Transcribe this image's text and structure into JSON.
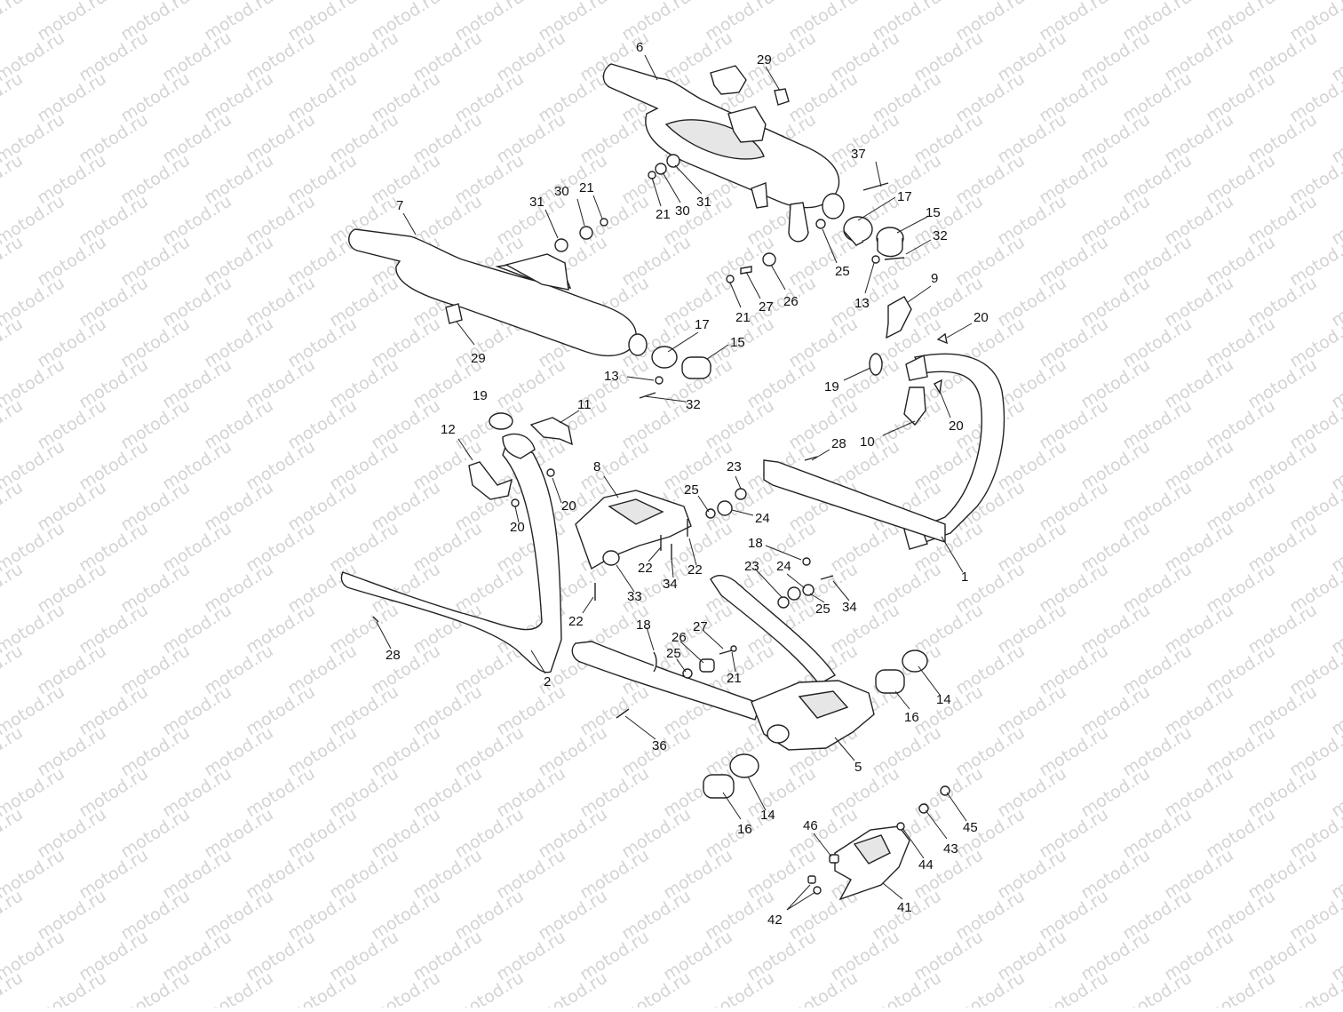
{
  "watermark": "motod.ru",
  "callouts": [
    {
      "id": "c6",
      "text": "6"
    },
    {
      "id": "c29a",
      "text": "29"
    },
    {
      "id": "c37",
      "text": "37"
    },
    {
      "id": "c17a",
      "text": "17"
    },
    {
      "id": "c15a",
      "text": "15"
    },
    {
      "id": "c32a",
      "text": "32"
    },
    {
      "id": "c25a",
      "text": "25"
    },
    {
      "id": "c13a",
      "text": "13"
    },
    {
      "id": "c9",
      "text": "9"
    },
    {
      "id": "c20a",
      "text": "20"
    },
    {
      "id": "c19a",
      "text": "19"
    },
    {
      "id": "c20b",
      "text": "20"
    },
    {
      "id": "c10",
      "text": "10"
    },
    {
      "id": "c28a",
      "text": "28"
    },
    {
      "id": "c21a",
      "text": "21"
    },
    {
      "id": "c30a",
      "text": "30"
    },
    {
      "id": "c31a",
      "text": "31"
    },
    {
      "id": "c7",
      "text": "7"
    },
    {
      "id": "c31b",
      "text": "31"
    },
    {
      "id": "c30b",
      "text": "30"
    },
    {
      "id": "c21b",
      "text": "21"
    },
    {
      "id": "c21c",
      "text": "21"
    },
    {
      "id": "c27a",
      "text": "27"
    },
    {
      "id": "c26a",
      "text": "26"
    },
    {
      "id": "c29b",
      "text": "29"
    },
    {
      "id": "c17b",
      "text": "17"
    },
    {
      "id": "c15b",
      "text": "15"
    },
    {
      "id": "c13b",
      "text": "13"
    },
    {
      "id": "c32b",
      "text": "32"
    },
    {
      "id": "c19b",
      "text": "19"
    },
    {
      "id": "c11",
      "text": "11"
    },
    {
      "id": "c12",
      "text": "12"
    },
    {
      "id": "c20c",
      "text": "20"
    },
    {
      "id": "c20d",
      "text": "20"
    },
    {
      "id": "c8",
      "text": "8"
    },
    {
      "id": "c23a",
      "text": "23"
    },
    {
      "id": "c25b",
      "text": "25"
    },
    {
      "id": "c24a",
      "text": "24"
    },
    {
      "id": "c22a",
      "text": "22"
    },
    {
      "id": "c34a",
      "text": "34"
    },
    {
      "id": "c22b",
      "text": "22"
    },
    {
      "id": "c33",
      "text": "33"
    },
    {
      "id": "c22c",
      "text": "22"
    },
    {
      "id": "c18a",
      "text": "18"
    },
    {
      "id": "c23b",
      "text": "23"
    },
    {
      "id": "c24b",
      "text": "24"
    },
    {
      "id": "c25c",
      "text": "25"
    },
    {
      "id": "c34b",
      "text": "34"
    },
    {
      "id": "c1",
      "text": "1"
    },
    {
      "id": "c28b",
      "text": "28"
    },
    {
      "id": "c2",
      "text": "2"
    },
    {
      "id": "c18b",
      "text": "18"
    },
    {
      "id": "c27b",
      "text": "27"
    },
    {
      "id": "c26b",
      "text": "26"
    },
    {
      "id": "c25d",
      "text": "25"
    },
    {
      "id": "c21d",
      "text": "21"
    },
    {
      "id": "c14a",
      "text": "14"
    },
    {
      "id": "c16a",
      "text": "16"
    },
    {
      "id": "c36",
      "text": "36"
    },
    {
      "id": "c5",
      "text": "5"
    },
    {
      "id": "c14b",
      "text": "14"
    },
    {
      "id": "c16b",
      "text": "16"
    },
    {
      "id": "c46",
      "text": "46"
    },
    {
      "id": "c44",
      "text": "44"
    },
    {
      "id": "c43",
      "text": "43"
    },
    {
      "id": "c45",
      "text": "45"
    },
    {
      "id": "c41",
      "text": "41"
    },
    {
      "id": "c42",
      "text": "42"
    }
  ]
}
